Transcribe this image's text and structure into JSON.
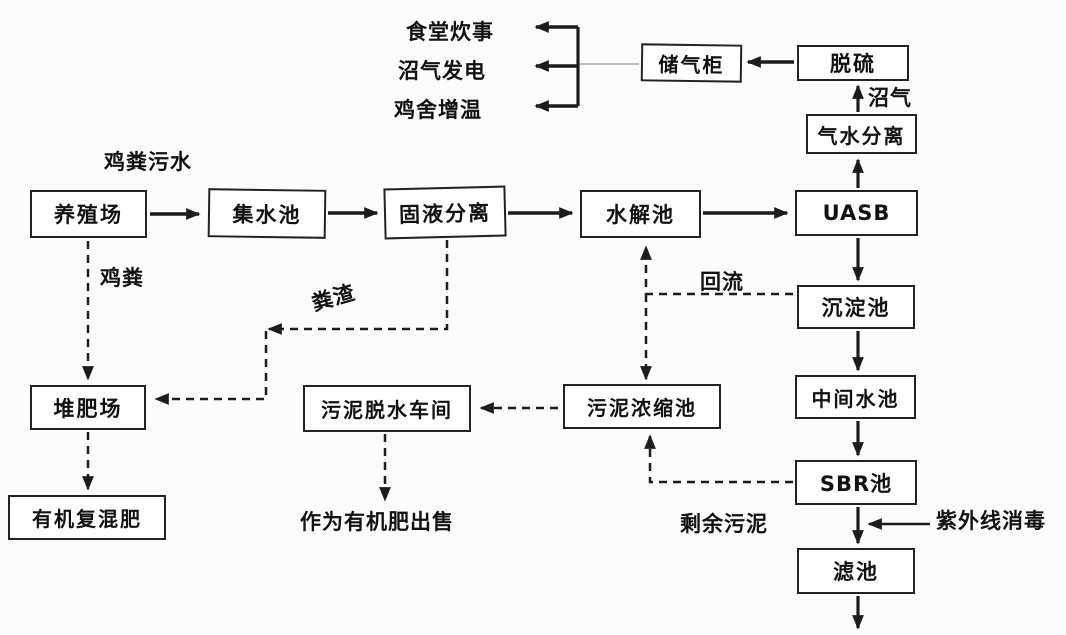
{
  "colors": {
    "background": "#fcfcfc",
    "line": "#1c1c1c",
    "box_border": "#232323",
    "box_fill": "#ffffff",
    "text": "#121212"
  },
  "nodes": [
    {
      "id": "farm",
      "label": "养殖场"
    },
    {
      "id": "collecting-pool",
      "label": "集水池"
    },
    {
      "id": "solid-liquid-separation",
      "label": "固液分离"
    },
    {
      "id": "hydrolysis-pool",
      "label": "水解池"
    },
    {
      "id": "uasb",
      "label": "UASB"
    },
    {
      "id": "gas-water-separation",
      "label": "气水分离"
    },
    {
      "id": "desulfurization",
      "label": "脱硫"
    },
    {
      "id": "gas-storage-tank",
      "label": "储气柜"
    },
    {
      "id": "sedimentation-pool",
      "label": "沉淀池"
    },
    {
      "id": "intermediate-pool",
      "label": "中间水池"
    },
    {
      "id": "sbr-pool",
      "label": "SBR池"
    },
    {
      "id": "filter-pool",
      "label": "滤池"
    },
    {
      "id": "composting-site",
      "label": "堆肥场"
    },
    {
      "id": "organic-compound-fertilizer",
      "label": "有机复混肥"
    },
    {
      "id": "sludge-dewatering-workshop",
      "label": "污泥脱水车间"
    },
    {
      "id": "sludge-thickening-pool",
      "label": "污泥浓缩池"
    }
  ],
  "labels": [
    {
      "id": "chicken-manure-wastewater",
      "text": "鸡粪污水"
    },
    {
      "id": "chicken-manure",
      "text": "鸡粪"
    },
    {
      "id": "manure-residue",
      "text": "粪渣"
    },
    {
      "id": "reflux",
      "text": "回流"
    },
    {
      "id": "biogas",
      "text": "沼气"
    },
    {
      "id": "canteen-cooking",
      "text": "食堂炊事"
    },
    {
      "id": "biogas-power-generation",
      "text": "沼气发电"
    },
    {
      "id": "coop-heating",
      "text": "鸡舍增温"
    },
    {
      "id": "sold-as-organic-fertilizer",
      "text": "作为有机肥出售"
    },
    {
      "id": "excess-sludge",
      "text": "剩余污泥"
    },
    {
      "id": "uv-disinfection",
      "text": "紫外线消毒"
    }
  ],
  "edges": [
    {
      "from": "farm",
      "to": "collecting-pool",
      "style": "solid",
      "label": "鸡粪污水"
    },
    {
      "from": "collecting-pool",
      "to": "solid-liquid-separation",
      "style": "solid"
    },
    {
      "from": "solid-liquid-separation",
      "to": "hydrolysis-pool",
      "style": "solid"
    },
    {
      "from": "hydrolysis-pool",
      "to": "uasb",
      "style": "solid"
    },
    {
      "from": "uasb",
      "to": "gas-water-separation",
      "style": "solid"
    },
    {
      "from": "gas-water-separation",
      "to": "desulfurization",
      "style": "solid",
      "label": "沼气"
    },
    {
      "from": "desulfurization",
      "to": "gas-storage-tank",
      "style": "solid"
    },
    {
      "from": "gas-storage-tank",
      "to": "canteen-cooking",
      "style": "solid"
    },
    {
      "from": "gas-storage-tank",
      "to": "biogas-power-generation",
      "style": "solid"
    },
    {
      "from": "gas-storage-tank",
      "to": "coop-heating",
      "style": "solid"
    },
    {
      "from": "uasb",
      "to": "sedimentation-pool",
      "style": "solid"
    },
    {
      "from": "sedimentation-pool",
      "to": "intermediate-pool",
      "style": "solid"
    },
    {
      "from": "intermediate-pool",
      "to": "sbr-pool",
      "style": "solid"
    },
    {
      "from": "sbr-pool",
      "to": "filter-pool",
      "style": "solid"
    },
    {
      "from": "filter-pool",
      "to": "outflow",
      "style": "solid"
    },
    {
      "from": "uv-disinfection",
      "to": "sbr-to-filter-line",
      "style": "solid"
    },
    {
      "from": "farm",
      "to": "composting-site",
      "style": "dashed",
      "label": "鸡粪"
    },
    {
      "from": "solid-liquid-separation",
      "to": "composting-site",
      "style": "dashed",
      "label": "粪渣"
    },
    {
      "from": "composting-site",
      "to": "organic-compound-fertilizer",
      "style": "dashed"
    },
    {
      "from": "sedimentation-pool",
      "to": "hydrolysis-pool",
      "style": "dashed",
      "label": "回流"
    },
    {
      "from": "sedimentation-pool",
      "to": "sludge-thickening-pool",
      "style": "dashed"
    },
    {
      "from": "sbr-pool",
      "to": "sludge-thickening-pool",
      "style": "dashed",
      "label": "剩余污泥"
    },
    {
      "from": "sludge-thickening-pool",
      "to": "sludge-dewatering-workshop",
      "style": "dashed"
    },
    {
      "from": "sludge-dewatering-workshop",
      "to": "sold-as-organic-fertilizer",
      "style": "dashed"
    }
  ]
}
